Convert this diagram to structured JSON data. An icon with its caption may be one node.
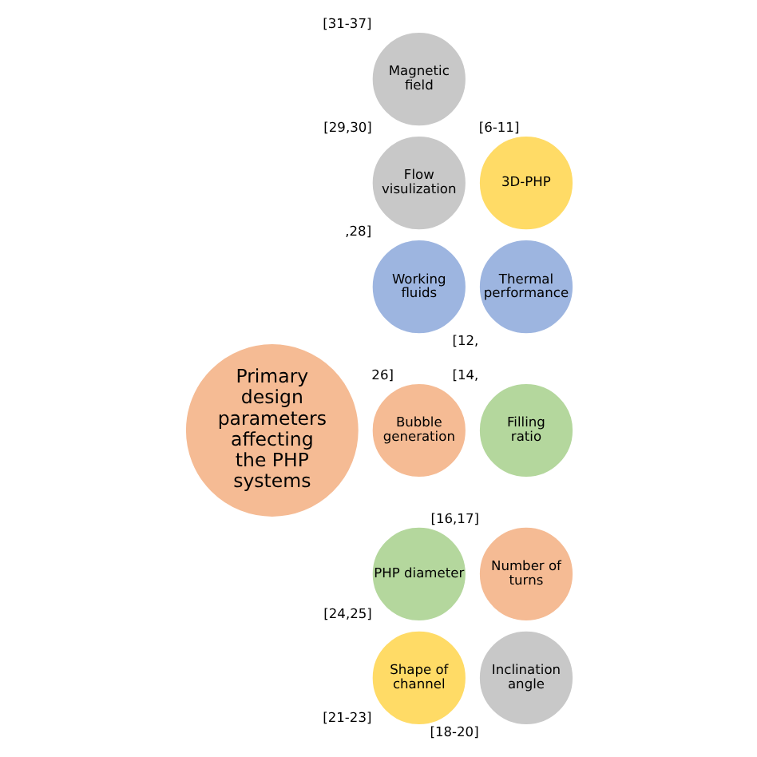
{
  "diagram": {
    "nodes": [
      {
        "text": [
          "Primary design parameters affecting the PHP systems"
        ]
      },
      {
        "text": [
          "Magnetic field"
        ],
        "beside": [
          "[31-37]"
        ]
      },
      {
        "text": [
          "Flow visulization"
        ],
        "beside": [
          "[29,30]"
        ]
      },
      {
        "text": [
          "3D-PHP"
        ],
        "beside": [
          "[6-11]"
        ]
      },
      {
        "text": [
          "Working fluids"
        ],
        "beside": [
          ",28]"
        ]
      },
      {
        "text": [
          "Thermal performance"
        ],
        "beside": [
          "[12,"
        ]
      },
      {
        "text": [
          "Bubble generation"
        ],
        "beside": [
          "26]"
        ]
      },
      {
        "text": [
          "Filling ratio"
        ],
        "beside": [
          "[14,"
        ]
      },
      {
        "text": [
          "PHP diameter"
        ],
        "beside": [
          "[24,25]"
        ]
      },
      {
        "text": [
          "Number of turns"
        ],
        "beside": [
          "[16,17]"
        ]
      },
      {
        "text": [
          "Shape of channel"
        ],
        "beside": [
          "[21-23]"
        ]
      },
      {
        "text": [
          "Inclination angle"
        ],
        "beside": [
          "[18-20]"
        ]
      }
    ],
    "edges": []
  }
}
